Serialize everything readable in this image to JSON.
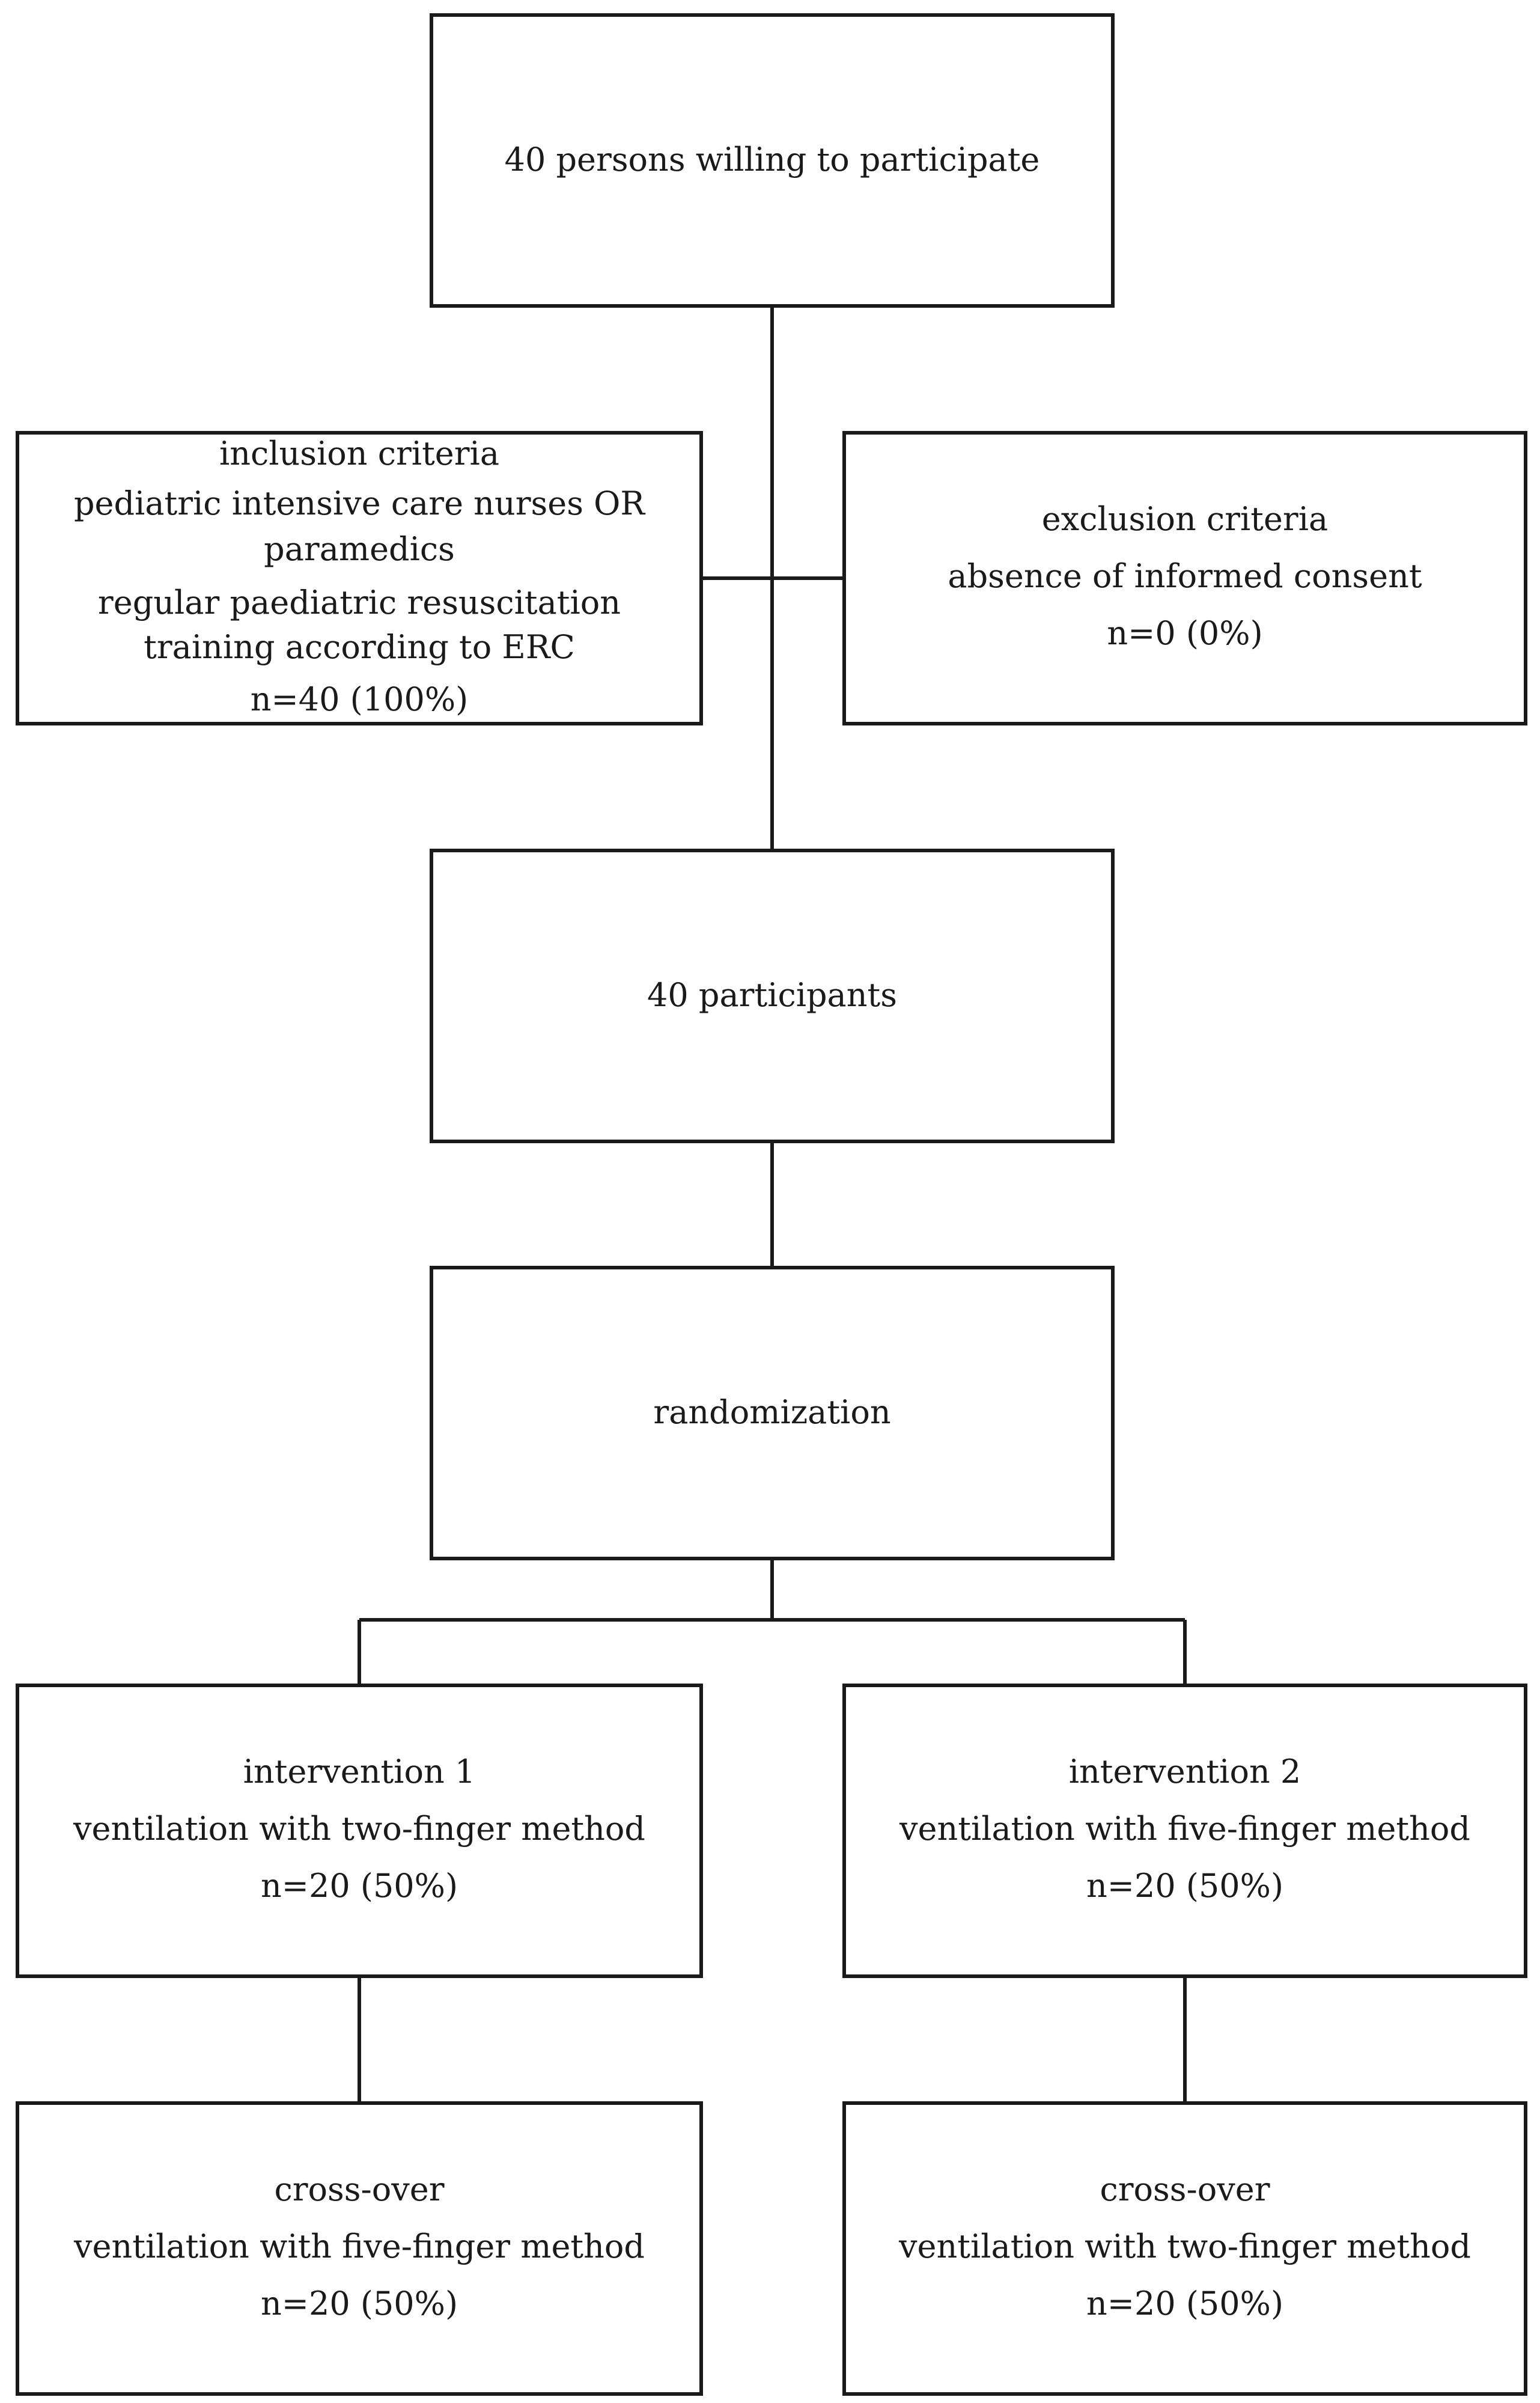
{
  "enrollment": {
    "text": "40 persons willing to participate"
  },
  "inclusion": {
    "heading": "inclusion criteria",
    "criterion_1_line_1": "pediatric intensive care nurses OR",
    "criterion_1_line_2": "paramedics",
    "criterion_2_line_1": "regular paediatric resuscitation",
    "criterion_2_line_2": "training according to ERC",
    "count": "n=40 (100%)"
  },
  "exclusion": {
    "heading": "exclusion criteria",
    "criterion": "absence of informed consent",
    "count": "n=0 (0%)"
  },
  "participants": {
    "text": "40 participants"
  },
  "randomization": {
    "text": "randomization"
  },
  "intervention_1": {
    "heading": "intervention 1",
    "method": "ventilation with two-finger method",
    "count": "n=20 (50%)"
  },
  "intervention_2": {
    "heading": "intervention 2",
    "method": "ventilation with five-finger method",
    "count": "n=20 (50%)"
  },
  "crossover_1": {
    "heading": "cross-over",
    "method": "ventilation with five-finger method",
    "count": "n=20 (50%)"
  },
  "crossover_2": {
    "heading": "cross-over",
    "method": "ventilation with two-finger method",
    "count": "n=20 (50%)"
  }
}
